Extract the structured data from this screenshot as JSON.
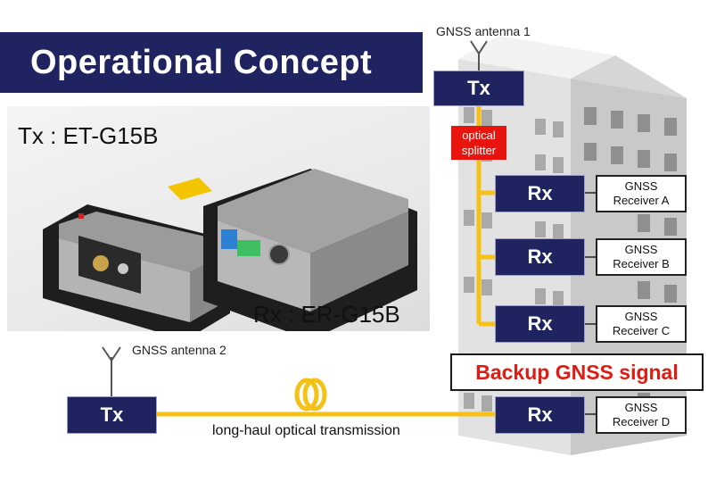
{
  "title": "Operational Concept",
  "photo": {
    "tx_label": "Tx : ET-G15B",
    "rx_label": "Rx : ER-G15B"
  },
  "antennas": {
    "antenna1": "GNSS antenna 1",
    "antenna2": "GNSS antenna 2"
  },
  "nodes": {
    "tx_top": "Tx",
    "tx_bottom": "Tx",
    "rx_a": "Rx",
    "rx_b": "Rx",
    "rx_c": "Rx",
    "rx_d": "Rx"
  },
  "splitter": {
    "line1": "optical",
    "line2": "splitter"
  },
  "receivers": {
    "a": {
      "line1": "GNSS",
      "line2": "Receiver A"
    },
    "b": {
      "line1": "GNSS",
      "line2": "Receiver B"
    },
    "c": {
      "line1": "GNSS",
      "line2": "Receiver C"
    },
    "d": {
      "line1": "GNSS",
      "line2": "Receiver D"
    }
  },
  "backup_label": "Backup GNSS signal",
  "fiber_label": "long-haul optical transmission",
  "colors": {
    "navy": "#1f2461",
    "fiber": "#f5c116",
    "accent_red": "#e8150f"
  }
}
